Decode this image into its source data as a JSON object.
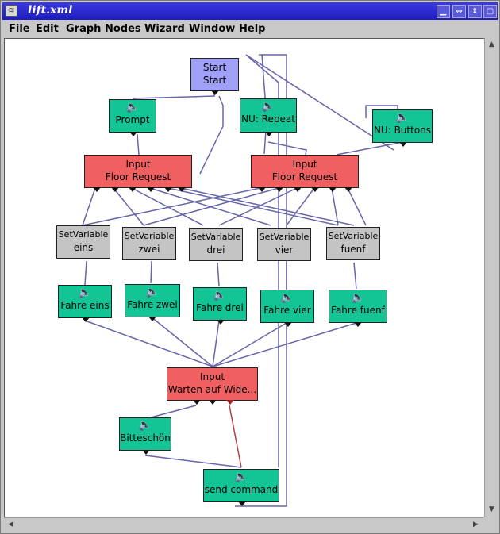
{
  "window": {
    "title": "lift.xml"
  },
  "menu": [
    "File",
    "Edit",
    "Graph",
    "Nodes",
    "Wizard",
    "Window",
    "Help"
  ],
  "nodes": {
    "start": {
      "l1": "Start",
      "l2": "Start"
    },
    "prompt": {
      "l1": "Prompt"
    },
    "nu_repeat": {
      "l1": "NU: Repeat"
    },
    "nu_buttons": {
      "l1": "NU: Buttons"
    },
    "input1": {
      "l1": "Input",
      "l2": "Floor Request"
    },
    "input2": {
      "l1": "Input",
      "l2": "Floor Request"
    },
    "sv1": {
      "l1": "SetVariable",
      "l2": "eins"
    },
    "sv2": {
      "l1": "SetVariable",
      "l2": "zwei"
    },
    "sv3": {
      "l1": "SetVariable",
      "l2": "drei"
    },
    "sv4": {
      "l1": "SetVariable",
      "l2": "vier"
    },
    "sv5": {
      "l1": "SetVariable",
      "l2": "fuenf"
    },
    "f1": {
      "l1": "Fahre eins"
    },
    "f2": {
      "l1": "Fahre zwei"
    },
    "f3": {
      "l1": "Fahre drei"
    },
    "f4": {
      "l1": "Fahre vier"
    },
    "f5": {
      "l1": "Fahre fuenf"
    },
    "input3": {
      "l1": "Input",
      "l2": "Warten auf Wide..."
    },
    "bitte": {
      "l1": "Bitteschön"
    },
    "send": {
      "l1": "send command"
    }
  },
  "colors": {
    "edge": "#6666aa",
    "edge_red": "#b04040",
    "green": "#13c495",
    "red": "#f06060",
    "gray": "#c4c4c4",
    "start": "#a0a0f8"
  },
  "icons": {
    "speaker": "speaker-icon"
  }
}
